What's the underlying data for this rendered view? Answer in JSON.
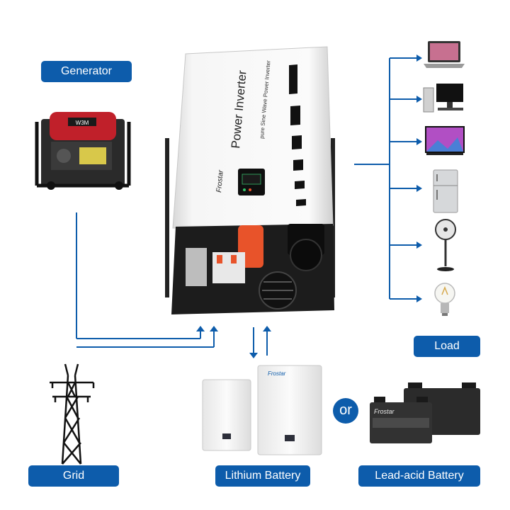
{
  "labels": {
    "generator": "Generator",
    "load": "Load",
    "grid": "Grid",
    "lithium_battery": "Lithium Battery",
    "lead_acid_battery": "Lead-acid Battery",
    "or": "or"
  },
  "inverter": {
    "title": "Power Inverter",
    "subtitle": "pure Sine Wave Power Inverter",
    "brand": "Frostar"
  },
  "generator_badge": "W3M",
  "battery_brand": "Frostar",
  "colors": {
    "label_bg": "#0d5cab",
    "line": "#0d5cab",
    "inverter_body": "#f2f2f2",
    "inverter_panel": "#1c1c1c",
    "terminal_red": "#e8532a",
    "generator_red": "#c0202a"
  },
  "load_devices": [
    "laptop-icon",
    "desktop-computer-icon",
    "television-icon",
    "refrigerator-icon",
    "fan-icon",
    "light-bulb-icon"
  ]
}
